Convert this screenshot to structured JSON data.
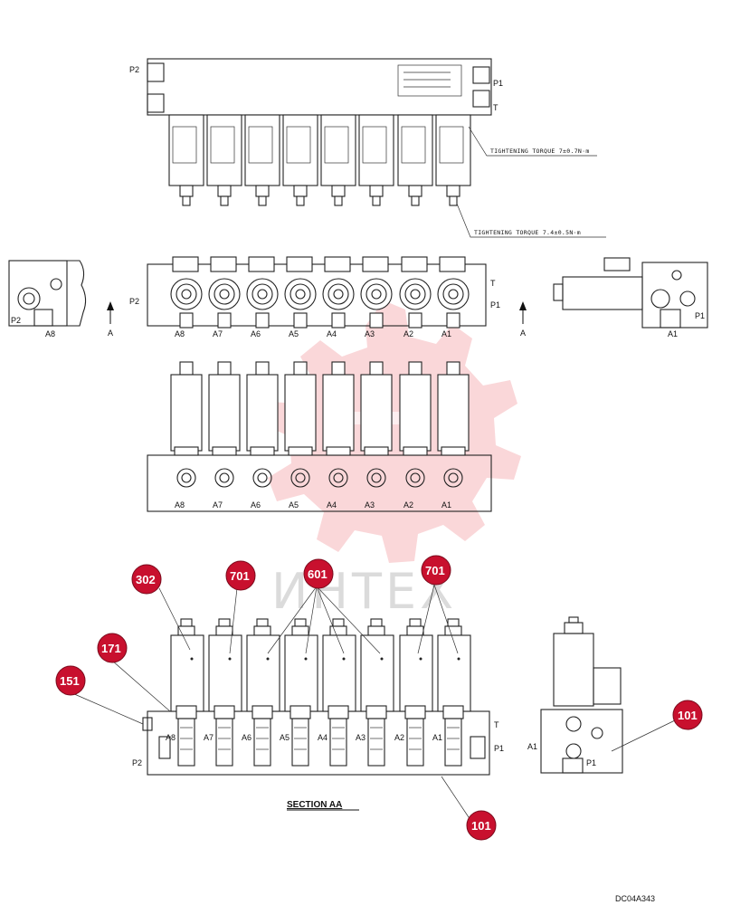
{
  "top_view": {
    "ports": {
      "left": "P2",
      "right_upper": "P1",
      "right_lower": "T"
    },
    "torque_note_upper": "TIGHTENING TORQUE 7±0.7N·m",
    "torque_note_lower": "TIGHTENING TORQUE 7.4±0.5N·m"
  },
  "front_view": {
    "ports": {
      "left": "P2",
      "right_upper": "T",
      "right_lower": "P1"
    },
    "outlets": [
      "A8",
      "A7",
      "A6",
      "A5",
      "A4",
      "A3",
      "A2",
      "A1"
    ],
    "section_marker": "A"
  },
  "left_view": {
    "ports": [
      "P2"
    ],
    "outlet": "A8"
  },
  "right_view": {
    "ports": [
      "P1"
    ],
    "outlet": "A1"
  },
  "bottom_view": {
    "outlets": [
      "A8",
      "A7",
      "A6",
      "A5",
      "A4",
      "A3",
      "A2",
      "A1"
    ]
  },
  "section_view": {
    "title": "SECTION AA",
    "ports": {
      "left": "P2",
      "right_upper": "T",
      "right_lower": "P1"
    },
    "outlets": [
      "A8",
      "A7",
      "A6",
      "A5",
      "A4",
      "A3",
      "A2",
      "A1"
    ],
    "side_ports": {
      "outlet": "A1",
      "pressure": "P1"
    }
  },
  "callouts": [
    "302",
    "701",
    "601",
    "701",
    "171",
    "151",
    "101",
    "101"
  ],
  "watermark": "ИНТЕХ",
  "drawing_code": "DC04A343",
  "colors": {
    "callout": "#c8102e",
    "watermark": "#e84a50"
  }
}
